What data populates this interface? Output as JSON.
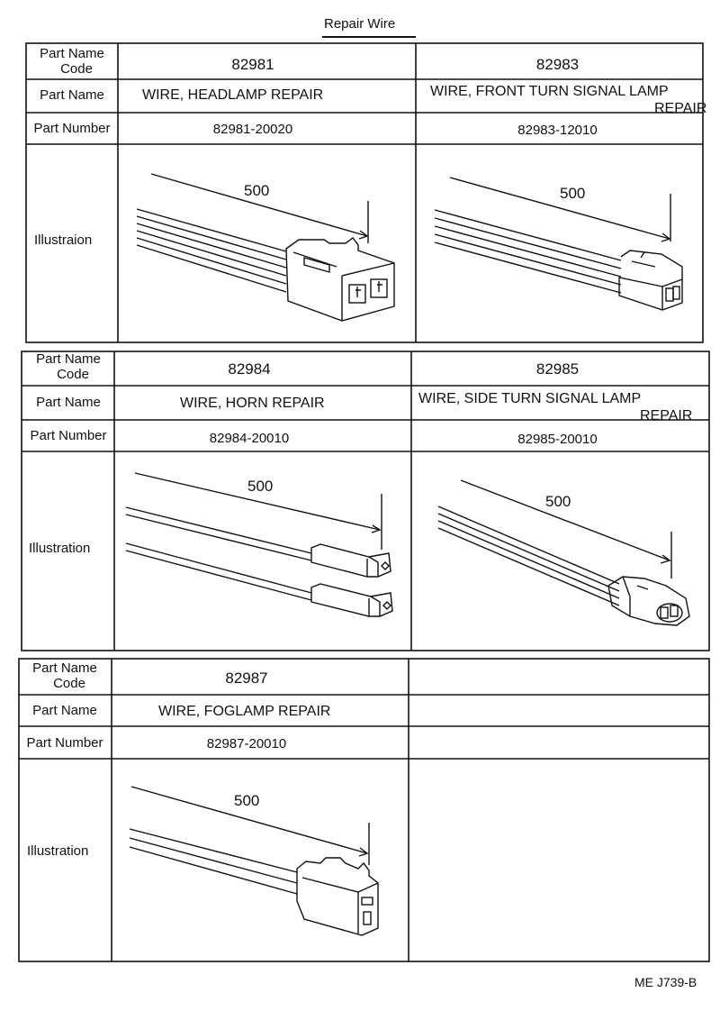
{
  "title": "Repair Wire",
  "footer_code": "ME J739-B",
  "row_labels": {
    "code": "Part Name Code",
    "code_line1": "Part Name",
    "code_line2": "Code",
    "name": "Part Name",
    "number": "Part Number",
    "illustration_1": "Illustraion",
    "illustration": "Illustration"
  },
  "parts": [
    {
      "code": "82981",
      "name": "WIRE, HEADLAMP REPAIR",
      "number": "82981-20020",
      "length": "500"
    },
    {
      "code": "82983",
      "name_line1": "WIRE, FRONT TURN SIGNAL LAMP",
      "name_line2": "REPAIR",
      "number": "82983-12010",
      "length": "500"
    },
    {
      "code": "82984",
      "name": "WIRE, HORN REPAIR",
      "number": "82984-20010",
      "length": "500"
    },
    {
      "code": "82985",
      "name_line1": "WIRE, SIDE TURN SIGNAL LAMP",
      "name_line2": "REPAIR",
      "number": "82985-20010",
      "length": "500"
    },
    {
      "code": "82987",
      "name": "WIRE, FOGLAMP REPAIR",
      "number": "82987-20010",
      "length": "500"
    }
  ]
}
